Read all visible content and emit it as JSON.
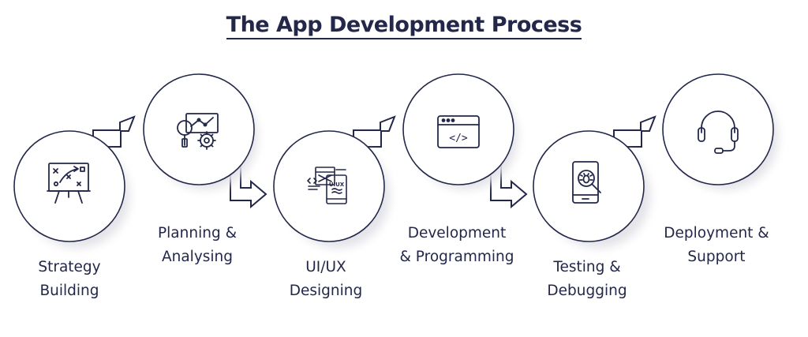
{
  "title": "The App Development Process",
  "colors": {
    "ink": "#23284a",
    "circle": "#ffffff",
    "shadow": "#e9e9ec",
    "background": "#ffffff"
  },
  "steps": [
    {
      "line1": "Strategy",
      "line2": "Building",
      "icon": "strategy-board-icon"
    },
    {
      "line1": "Planning &",
      "line2": "Analysing",
      "icon": "analytics-gear-icon"
    },
    {
      "line1": "UI/UX",
      "line2": "Designing",
      "icon": "ui-ux-mockup-icon"
    },
    {
      "line1": "Development",
      "line2": "& Programming",
      "icon": "code-window-icon"
    },
    {
      "line1": "Testing &",
      "line2": "Debugging",
      "icon": "mobile-bug-icon"
    },
    {
      "line1": "Deployment &",
      "line2": "Support",
      "icon": "headset-icon"
    }
  ],
  "icon_labels": {
    "uiux": "UIUX",
    "code": "</>"
  }
}
